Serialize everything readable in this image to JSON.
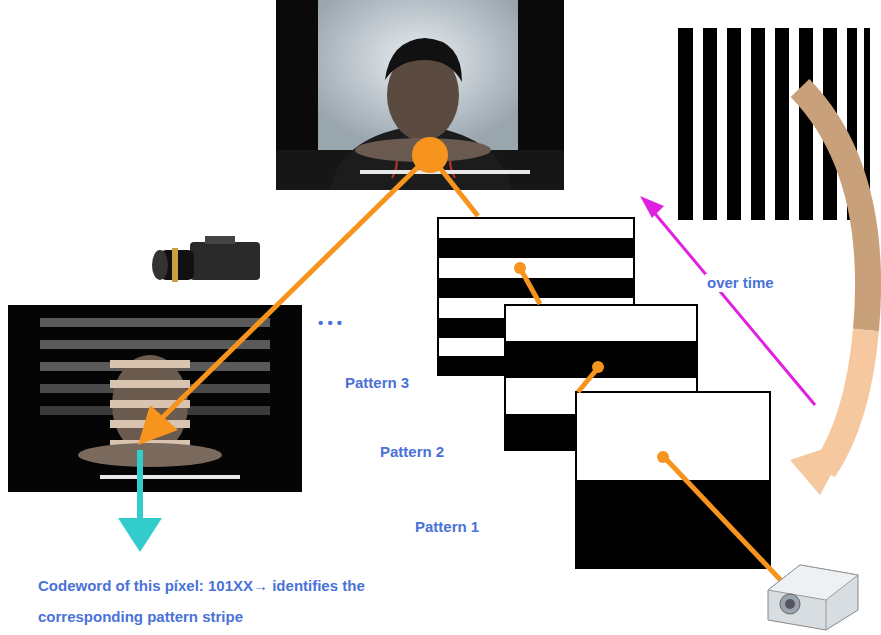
{
  "diagram": {
    "labels": [
      "over time",
      "Pattern 3",
      "Pattern 2",
      "Pattern 1",
      "• • •",
      "Codeword of this píxel: 101XX→ identifies the corresponding pattern stripe"
    ]
  }
}
